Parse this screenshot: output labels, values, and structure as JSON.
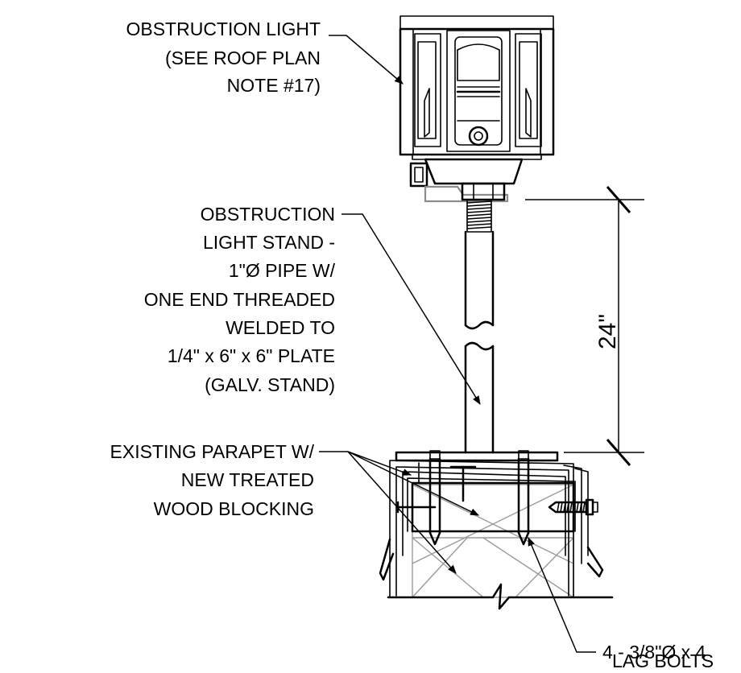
{
  "labels": {
    "obstruction_light": [
      "OBSTRUCTION LIGHT",
      "(SEE ROOF PLAN",
      "NOTE #17)"
    ],
    "light_stand": [
      "OBSTRUCTION",
      "LIGHT STAND -",
      "1\"Ø PIPE W/",
      "ONE END THREADED",
      "WELDED TO",
      "1/4\" x 6\" x 6\" PLATE",
      "(GALV. STAND)"
    ],
    "parapet": [
      "EXISTING PARAPET W/",
      "NEW TREATED",
      "WOOD BLOCKING"
    ],
    "lag_bolts": [
      "4 - 3/8\"Ø x 4",
      "LAG BOLTS"
    ]
  },
  "dimension": {
    "value": "24\""
  }
}
